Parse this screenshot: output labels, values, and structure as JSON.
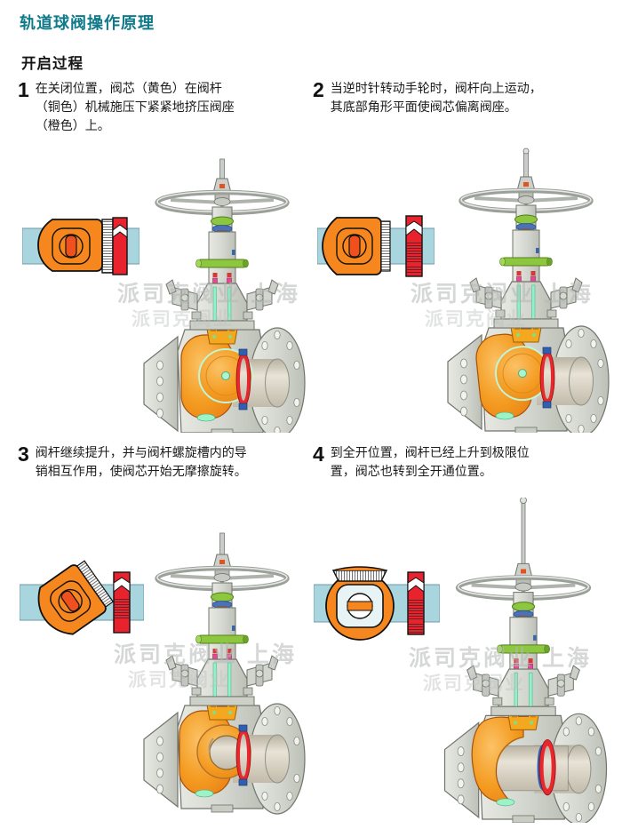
{
  "page": {
    "title": "轨道球阀操作原理",
    "subtitle": "开启过程",
    "watermark_line1": "派司克阀业 上海",
    "watermark_line2": "派司克阀业"
  },
  "steps": [
    {
      "number": "1",
      "text": "在关闭位置，阀芯（黄色）在阀杆\n（铜色）机械施压下紧紧地挤压阀座\n（橙色）上。"
    },
    {
      "number": "2",
      "text": "当逆时针转动手轮时，阀杆向上运动，\n其底部角形平面使阀芯偏离阀座。"
    },
    {
      "number": "3",
      "text": "阀杆继续提升，并与阀杆螺旋槽内的导\n销相互作用，使阀芯开始无摩擦旋转。"
    },
    {
      "number": "4",
      "text": "到全开位置，阀杆已经上升到极限位\n置，阀芯也转到全开通位置。"
    }
  ],
  "figures": [
    {
      "id": "figure-1",
      "schematic_state": "ball-closed-pressed-against-seat",
      "valve_state": "closed-stem-down"
    },
    {
      "id": "figure-2",
      "schematic_state": "ball-tilted-off-seat",
      "valve_state": "stem-lifting-ball-off-seat"
    },
    {
      "id": "figure-3",
      "schematic_state": "ball-rotating",
      "valve_state": "ball-rotating-frictionless"
    },
    {
      "id": "figure-4",
      "schematic_state": "ball-fully-open-bore-through",
      "valve_state": "fully-open-stem-raised"
    }
  ],
  "colors": {
    "title_teal": "#10798a",
    "ball_orange": "#f5831f",
    "seat_red": "#e8282c",
    "pipe_blue": "#a9d6de",
    "stem_copper": "#d98f6d",
    "pin_green": "#8dc63f",
    "mint_accent": "#93f0c8",
    "clip_blue": "#2f5fae",
    "body_gray": "#d3d6cf"
  }
}
